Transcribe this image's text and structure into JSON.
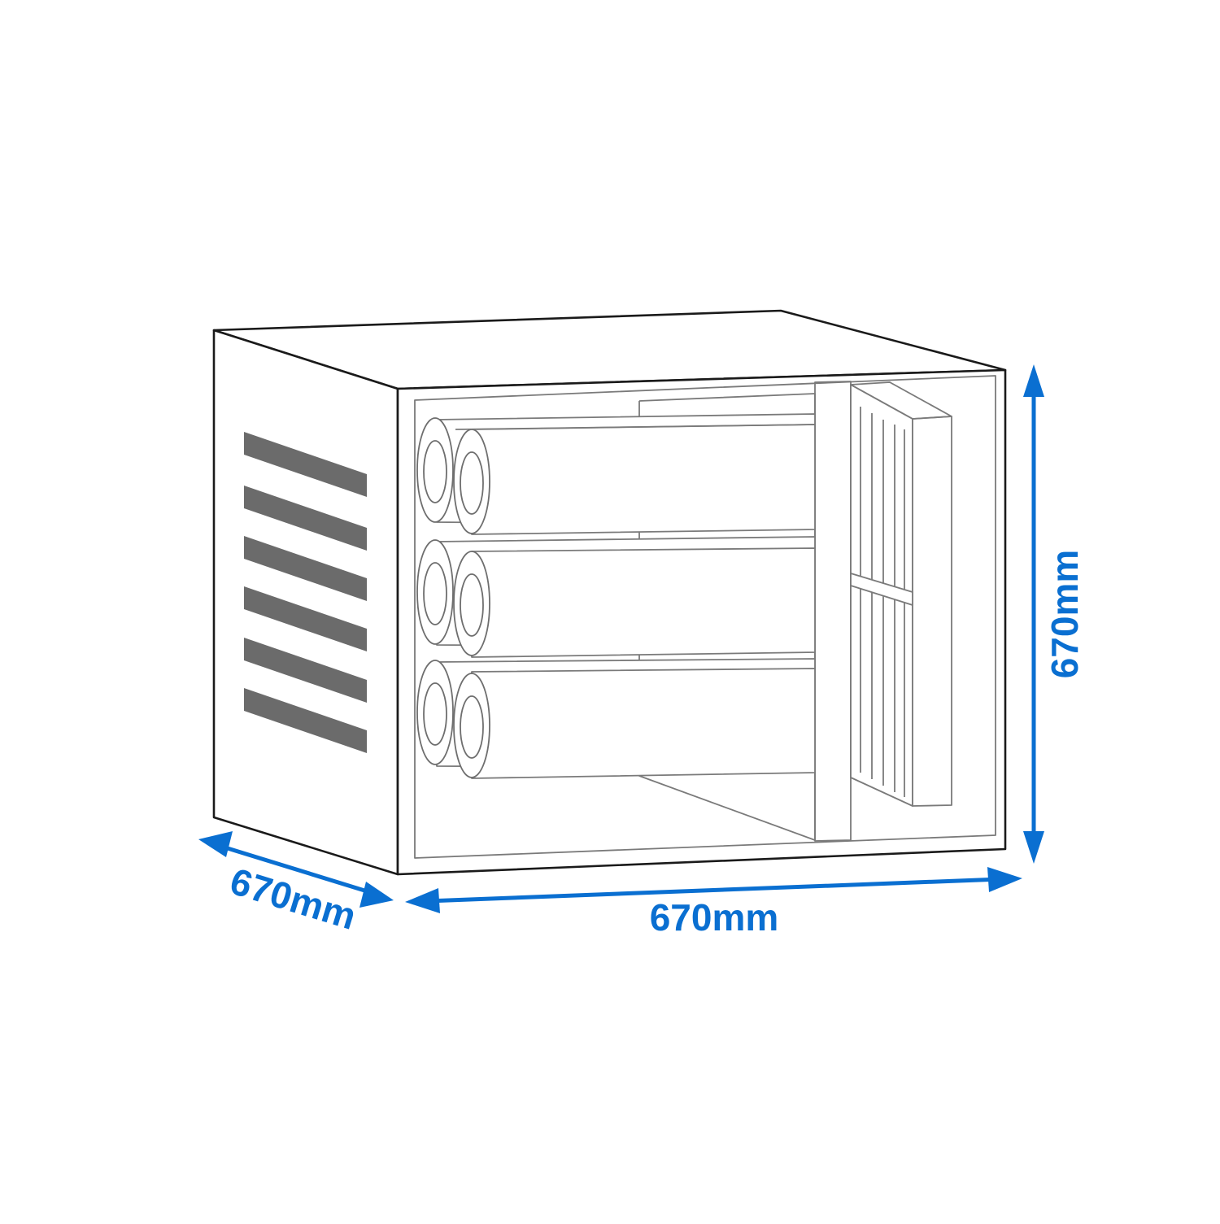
{
  "diagram": {
    "subject": "cabinet with stacked rolls and ventilation slots",
    "dimensions": {
      "depth": "670mm",
      "width": "670mm",
      "height": "670mm"
    },
    "colors": {
      "dimension": "#0a6fd1",
      "outline": "#1a1a1a",
      "inner_lines": "#7a7a7a",
      "vent_slots": "#6b6b6b"
    },
    "vent_slot_count": 6,
    "roll_rows": 3,
    "rolls_per_row": 2
  }
}
